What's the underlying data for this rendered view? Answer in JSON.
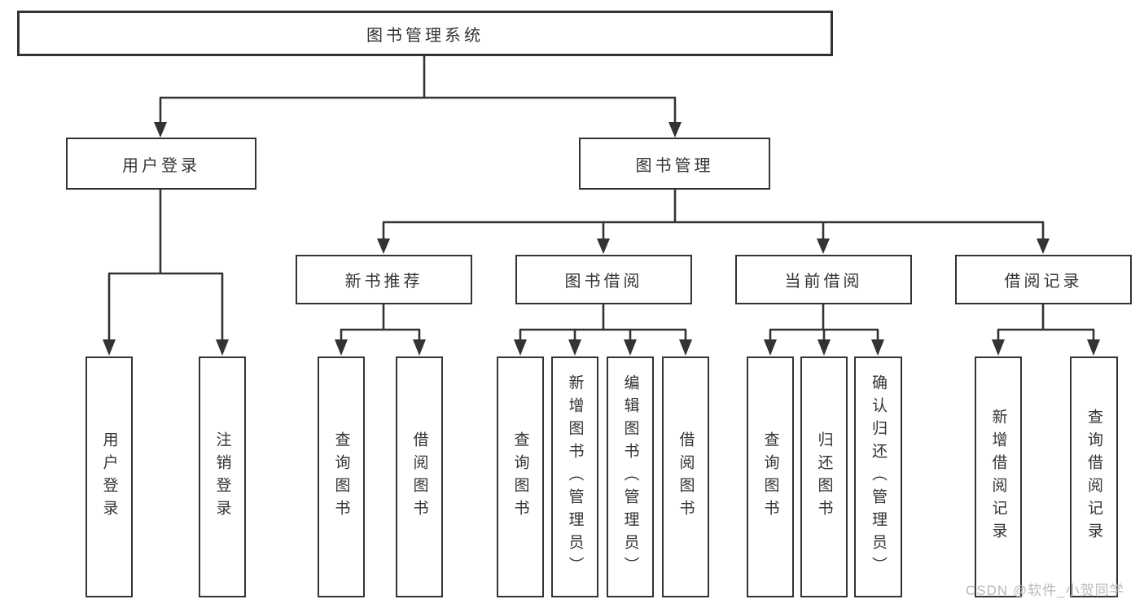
{
  "nodes": {
    "root": "图书管理系统",
    "level2": [
      "用户登录",
      "图书管理"
    ],
    "level3": [
      "新书推荐",
      "图书借阅",
      "当前借阅",
      "借阅记录"
    ],
    "leaves_user": [
      "用户登录",
      "注销登录"
    ],
    "leaves_newbook": [
      "查询图书",
      "借阅图书"
    ],
    "leaves_borrow": [
      "查询图书",
      "新增图书（管理员）",
      "编辑图书（管理员）",
      "借阅图书"
    ],
    "leaves_current": [
      "查询图书",
      "归还图书",
      "确认归还（管理员）"
    ],
    "leaves_records": [
      "新增借阅记录",
      "查询借阅记录"
    ]
  },
  "watermark": "CSDN @软件_小贺同学",
  "colors": {
    "line": "#333333",
    "text": "#333333",
    "watermark": "#b8b8b8",
    "background": "#ffffff"
  }
}
